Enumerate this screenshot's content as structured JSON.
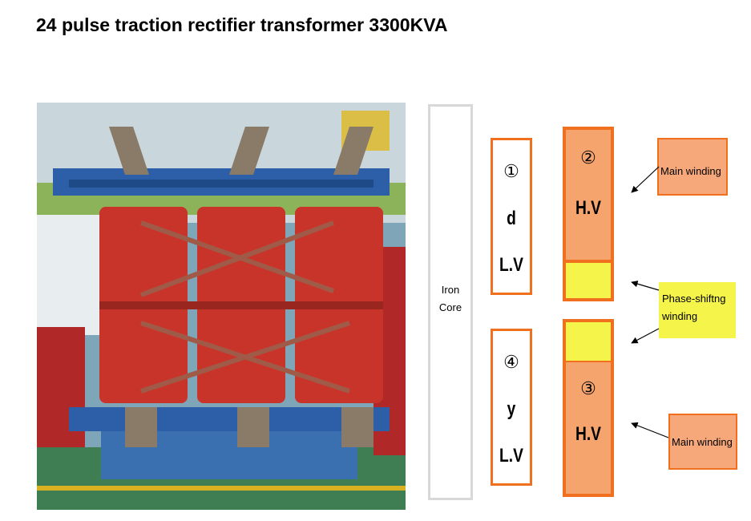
{
  "title": "24 pulse traction rectifier transformer 3300KVA",
  "iron_core": {
    "line1": "Iron",
    "line2": "Core"
  },
  "lv_upper": {
    "number": "①",
    "connection": "d",
    "label": "L.V"
  },
  "lv_lower": {
    "number": "④",
    "connection": "y",
    "label": "L.V"
  },
  "hv_upper": {
    "number": "②",
    "label": "H.V"
  },
  "hv_lower": {
    "number": "③",
    "label": "H.V"
  },
  "labels": {
    "main_winding_top": "Main winding",
    "phase_shifting_line1": "Phase-shiftng",
    "phase_shifting_line2": "winding",
    "main_winding_bottom": "Main winding"
  },
  "colors": {
    "orange_border": "#f07020",
    "main_fill": "#f5a46e",
    "phase_fill": "#f4f44a",
    "core_border": "#d8d8d8",
    "transformer_red": "#c8342a"
  }
}
